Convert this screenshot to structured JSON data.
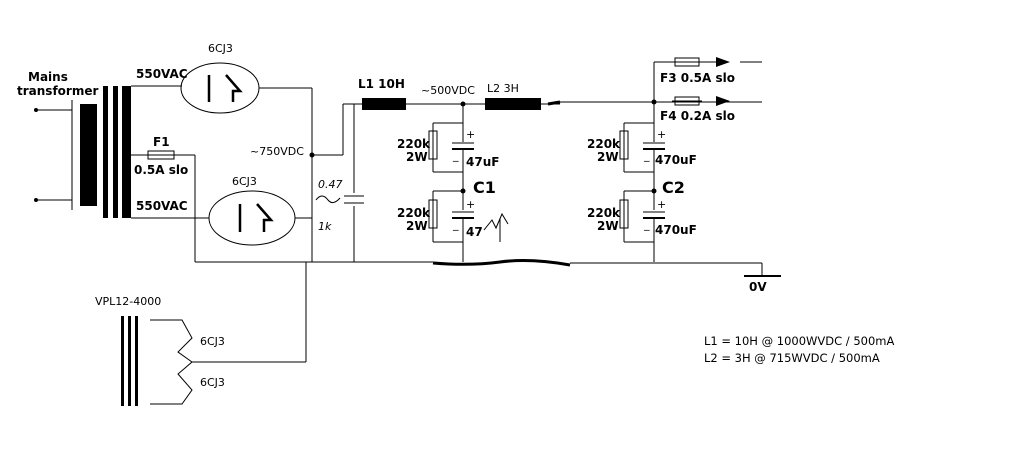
{
  "labels": {
    "mains_line1": "Mains",
    "mains_line2": "transformer",
    "sec_top_vac": "550VAC",
    "sec_bot_vac": "550VAC",
    "tube_top": "6CJ3",
    "tube_bot": "6CJ3",
    "fuse1_name": "F1",
    "fuse1_rating": "0.5A slo",
    "v750": "~750VDC",
    "l1": "L1  10H",
    "v500": "~500VDC",
    "l2": "L2 3H",
    "f3": "F3 0.5A slo",
    "f4": "F4 0.2A slo",
    "c1_r_top": "220k",
    "c1_r_top_w": "2W",
    "c1_cap_top": "47uF",
    "c1_name": "C1",
    "c1_r_bot": "220k",
    "c1_r_bot_w": "2W",
    "c1_cap_bot": "47",
    "c2_r_top": "220k",
    "c2_r_top_w": "2W",
    "c2_cap_top": "470uF",
    "c2_name": "C2",
    "c2_r_bot": "220k",
    "c2_r_bot_w": "2W",
    "c2_cap_bot": "470uF",
    "ground": "0V",
    "vpl": "VPL12-4000",
    "heater_a": "6CJ3",
    "heater_b": "6CJ3",
    "note_l1": "L1 = 10H @ 1000WVDC / 500mA",
    "note_l2": "L2 = 3H @ 715WVDC / 500mA",
    "hand_a": "0.47",
    "hand_b": "1k"
  }
}
